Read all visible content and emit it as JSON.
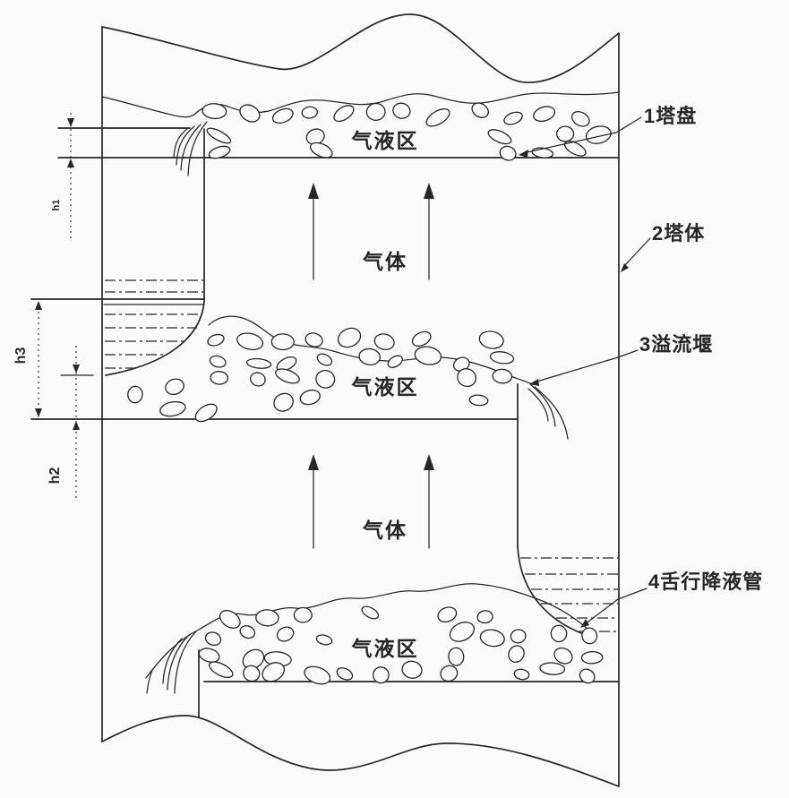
{
  "diagram": {
    "kind": "patent line drawing - column tray with tongue-shaped downcomers",
    "labels": {
      "callout_1": "1塔盘",
      "callout_2": "2塔体",
      "callout_3": "3溢流堰",
      "callout_4": "4舌行降液管",
      "gas_liquid_zone_top": "气液区",
      "gas_liquid_zone_middle": "气液区",
      "gas_liquid_zone_bottom": "气液区",
      "gas_upper": "气体",
      "gas_lower": "气体",
      "dim_top": "h1",
      "dim_middle": "h3",
      "dim_lower": "h2"
    },
    "colors": {
      "ink": "#262626",
      "paper": "#fbfbf9"
    }
  }
}
